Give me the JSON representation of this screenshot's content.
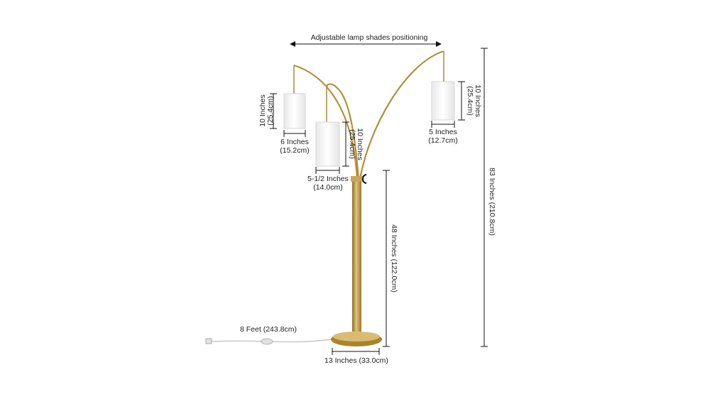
{
  "labels": {
    "top_arrow": "Adjustable lamp shades positioning",
    "left_height": "10 Inches",
    "left_height_cm": "(25.4cm)",
    "left_width": "6 Inches",
    "left_width_cm": "(15.2cm)",
    "mid_height": "10 Inches",
    "mid_height_cm": "(25.4cm)",
    "mid_width": "5-1/2 Inches",
    "mid_width_cm": "(14.0cm)",
    "right_height": "10 Inches",
    "right_height_cm": "(25.4cm)",
    "right_width": "5 Inches",
    "right_width_cm": "(12.7cm)",
    "total_height": "83 Inches (210.8cm)",
    "pole_height": "48 Inches (122.0cm)",
    "cord_length": "8 Feet (243.8cm)",
    "base_width": "13 Inches (33.0cm)"
  },
  "colors": {
    "brass": "#b58f3c",
    "brass_light": "#d9bc72",
    "shade": "#f7f7f7",
    "line": "#111111",
    "cord": "#c8c8c8"
  }
}
